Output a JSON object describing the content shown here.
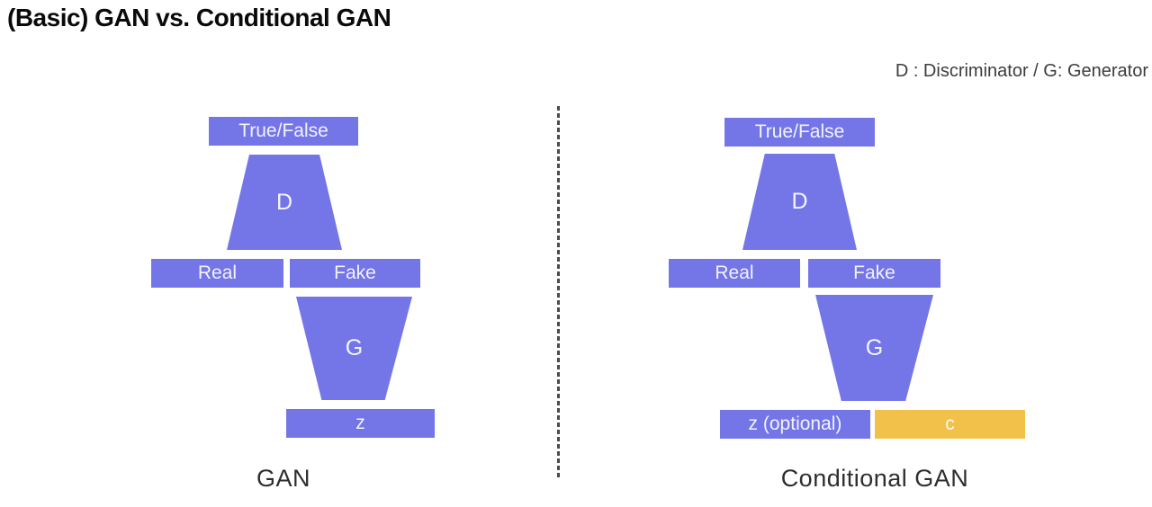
{
  "title": "(Basic) GAN vs. Conditional GAN",
  "legend": "D : Discriminator / G: Generator",
  "colors": {
    "purple": "#7476E8",
    "orange": "#F2C149"
  },
  "gan": {
    "true_false": "True/False",
    "d": "D",
    "real": "Real",
    "fake": "Fake",
    "g": "G",
    "z": "z",
    "caption": "GAN"
  },
  "cgan": {
    "true_false": "True/False",
    "d": "D",
    "real": "Real",
    "fake": "Fake",
    "g": "G",
    "z": "z (optional)",
    "c": "c",
    "caption": "Conditional GAN"
  }
}
